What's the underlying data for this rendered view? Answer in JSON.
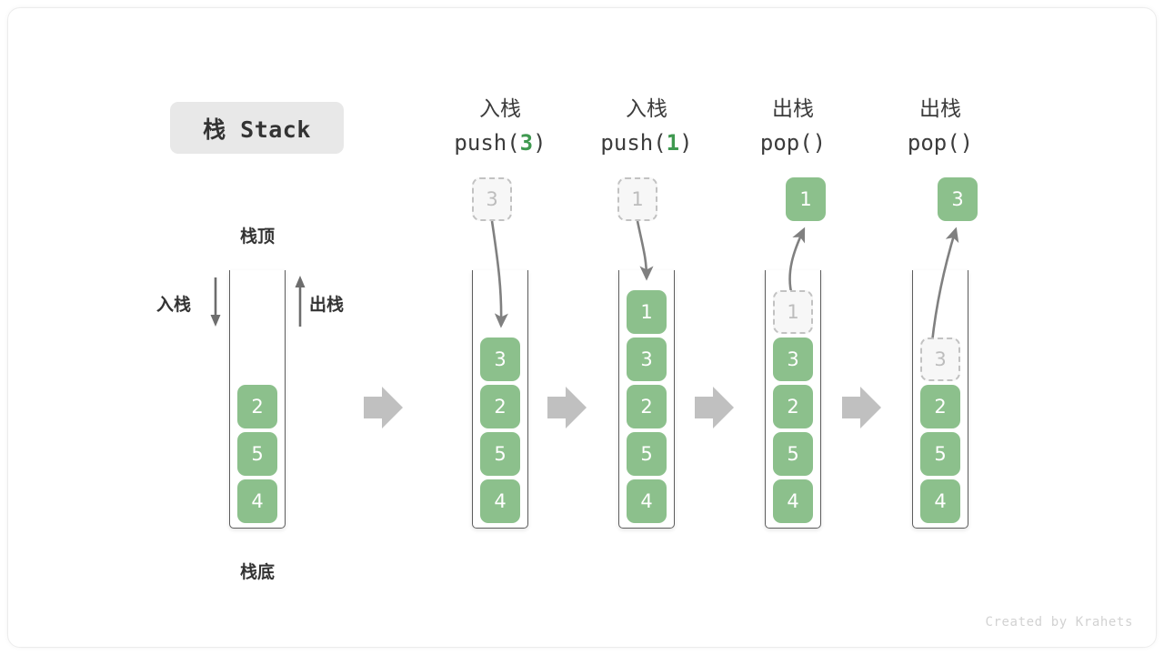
{
  "title": {
    "badge_label": "栈 Stack"
  },
  "watermark": {
    "text": "Created by Krahets"
  },
  "labels": {
    "stack_top": "栈顶",
    "stack_bottom": "栈底",
    "push_side": "入栈",
    "pop_side": "出栈"
  },
  "colors": {
    "cell_fill": "#8cc08c",
    "cell_text": "#ffffff",
    "ghost_fill": "#f7f7f7",
    "ghost_border": "#c2c2c2",
    "ghost_text": "#bdbdbd",
    "accent_green": "#3f9950",
    "arrow_gray": "#808080",
    "block_arrow_gray": "#c0c0c0",
    "container_stroke": "#5d5d5d",
    "badge_bg": "#e8e8e8",
    "text_dark": "#333333"
  },
  "columns": [
    {
      "id": "initial",
      "head_cn": "",
      "head_code": "",
      "head_code_num": "",
      "cells": [
        "2",
        "5",
        "4"
      ],
      "incoming_ghost": null,
      "outgoing_cell": null
    },
    {
      "id": "push-3",
      "head_cn": "入栈",
      "head_code_prefix": "push(",
      "head_code_num": "3",
      "head_code_suffix": ")",
      "cells": [
        "3",
        "2",
        "5",
        "4"
      ],
      "incoming_ghost": "3",
      "outgoing_cell": null
    },
    {
      "id": "push-1",
      "head_cn": "入栈",
      "head_code_prefix": "push(",
      "head_code_num": "1",
      "head_code_suffix": ")",
      "cells": [
        "1",
        "3",
        "2",
        "5",
        "4"
      ],
      "incoming_ghost": "1",
      "outgoing_cell": null
    },
    {
      "id": "pop-1",
      "head_cn": "出栈",
      "head_code_prefix": "pop(",
      "head_code_num": "",
      "head_code_suffix": ")",
      "cells": [
        "3",
        "2",
        "5",
        "4"
      ],
      "ghost_in_stack": "1",
      "outgoing_cell": "1"
    },
    {
      "id": "pop-3",
      "head_cn": "出栈",
      "head_code_prefix": "pop(",
      "head_code_num": "",
      "head_code_suffix": ")",
      "cells": [
        "2",
        "5",
        "4"
      ],
      "ghost_in_stack": "3",
      "outgoing_cell": "3"
    }
  ]
}
